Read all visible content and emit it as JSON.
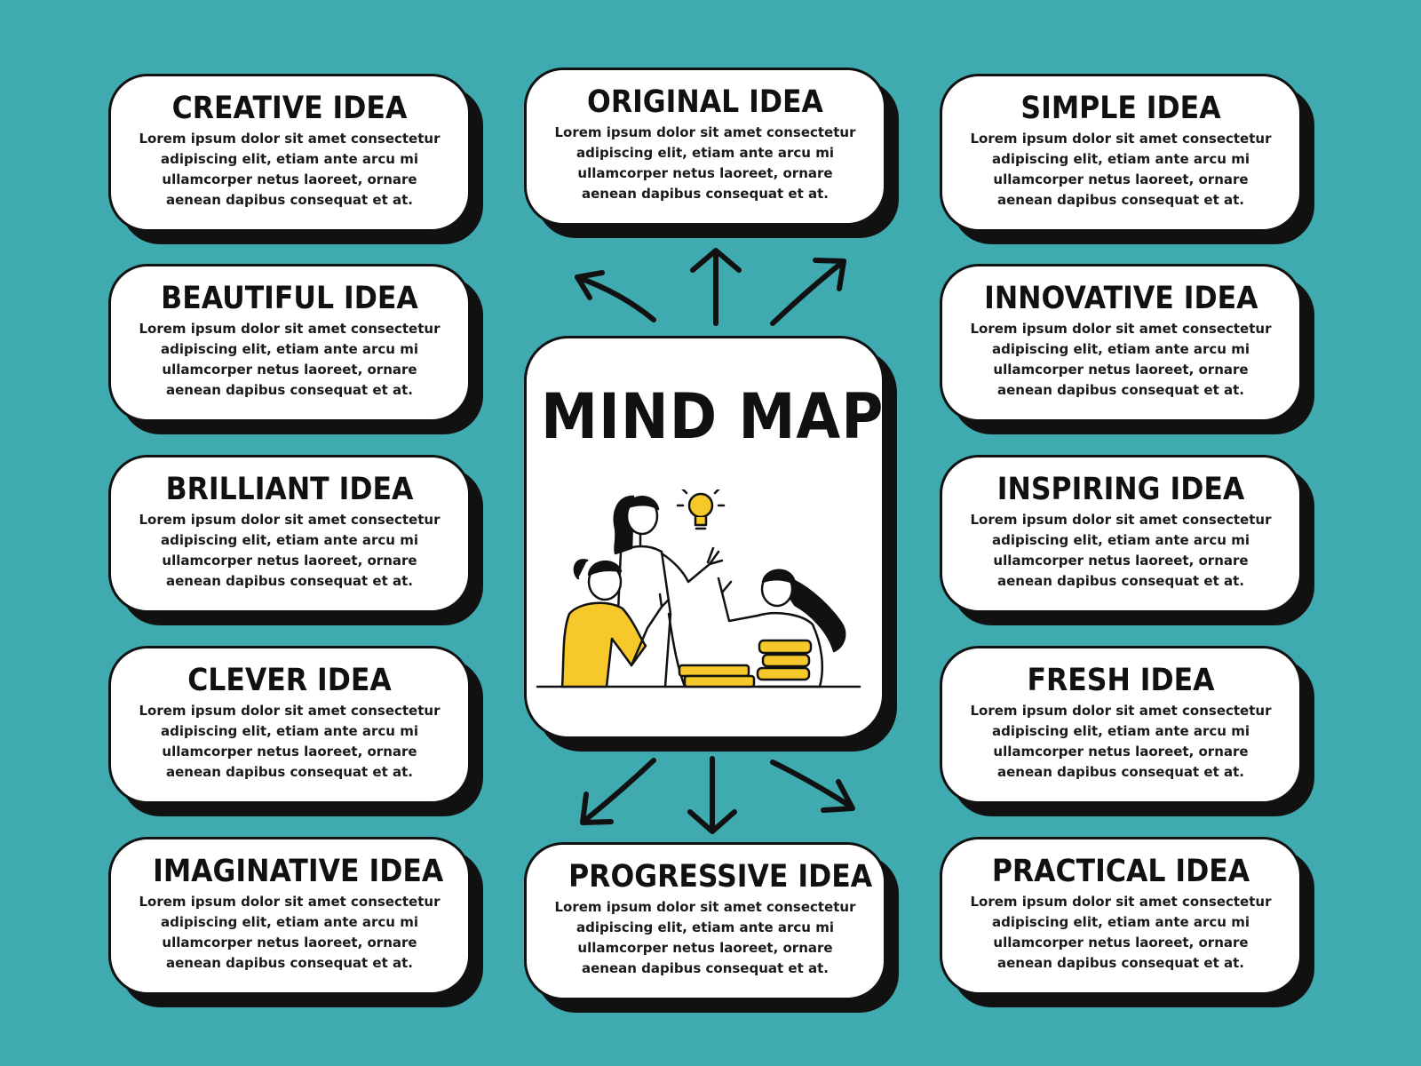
{
  "center": {
    "title": "MIND MAP"
  },
  "body_text": "Lorem ipsum dolor sit amet consectetur adipiscing elit, etiam ante arcu mi ullamcorper netus laoreet, ornare aenean dapibus consequat et at.",
  "colors": {
    "background": "#3fabb0",
    "card": "#ffffff",
    "outline": "#111111",
    "accent_yellow": "#f7c82a"
  },
  "cards": [
    {
      "title": "CREATIVE IDEA",
      "body": "Lorem ipsum dolor sit amet consectetur adipiscing elit, etiam ante arcu mi ullamcorper netus laoreet, ornare aenean dapibus consequat et at."
    },
    {
      "title": "ORIGINAL IDEA",
      "body": "Lorem ipsum dolor sit amet consectetur adipiscing elit, etiam ante arcu mi ullamcorper netus laoreet, ornare aenean dapibus consequat et at."
    },
    {
      "title": "SIMPLE IDEA",
      "body": "Lorem ipsum dolor sit amet consectetur adipiscing elit, etiam ante arcu mi ullamcorper netus laoreet, ornare aenean dapibus consequat et at."
    },
    {
      "title": "BEAUTIFUL IDEA",
      "body": "Lorem ipsum dolor sit amet consectetur adipiscing elit, etiam ante arcu mi ullamcorper netus laoreet, ornare aenean dapibus consequat et at."
    },
    {
      "title": "INNOVATIVE IDEA",
      "body": "Lorem ipsum dolor sit amet consectetur adipiscing elit, etiam ante arcu mi ullamcorper netus laoreet, ornare aenean dapibus consequat et at."
    },
    {
      "title": "BRILLIANT IDEA",
      "body": "Lorem ipsum dolor sit amet consectetur adipiscing elit, etiam ante arcu mi ullamcorper netus laoreet, ornare aenean dapibus consequat et at."
    },
    {
      "title": "INSPIRING IDEA",
      "body": "Lorem ipsum dolor sit amet consectetur adipiscing elit, etiam ante arcu mi ullamcorper netus laoreet, ornare aenean dapibus consequat et at."
    },
    {
      "title": "CLEVER IDEA",
      "body": "Lorem ipsum dolor sit amet consectetur adipiscing elit, etiam ante arcu mi ullamcorper netus laoreet, ornare aenean dapibus consequat et at."
    },
    {
      "title": "FRESH IDEA",
      "body": "Lorem ipsum dolor sit amet consectetur adipiscing elit, etiam ante arcu mi ullamcorper netus laoreet, ornare aenean dapibus consequat et at."
    },
    {
      "title": "IMAGINATIVE IDEA",
      "body": "Lorem ipsum dolor sit amet consectetur adipiscing elit, etiam ante arcu mi ullamcorper netus laoreet, ornare aenean dapibus consequat et at."
    },
    {
      "title": "PROGRESSIVE IDEA",
      "body": "Lorem ipsum dolor sit amet consectetur adipiscing elit, etiam ante arcu mi ullamcorper netus laoreet, ornare aenean dapibus consequat et at."
    },
    {
      "title": "PRACTICAL IDEA",
      "body": "Lorem ipsum dolor sit amet consectetur adipiscing elit, etiam ante arcu mi ullamcorper netus laoreet, ornare aenean dapibus consequat et at."
    }
  ]
}
